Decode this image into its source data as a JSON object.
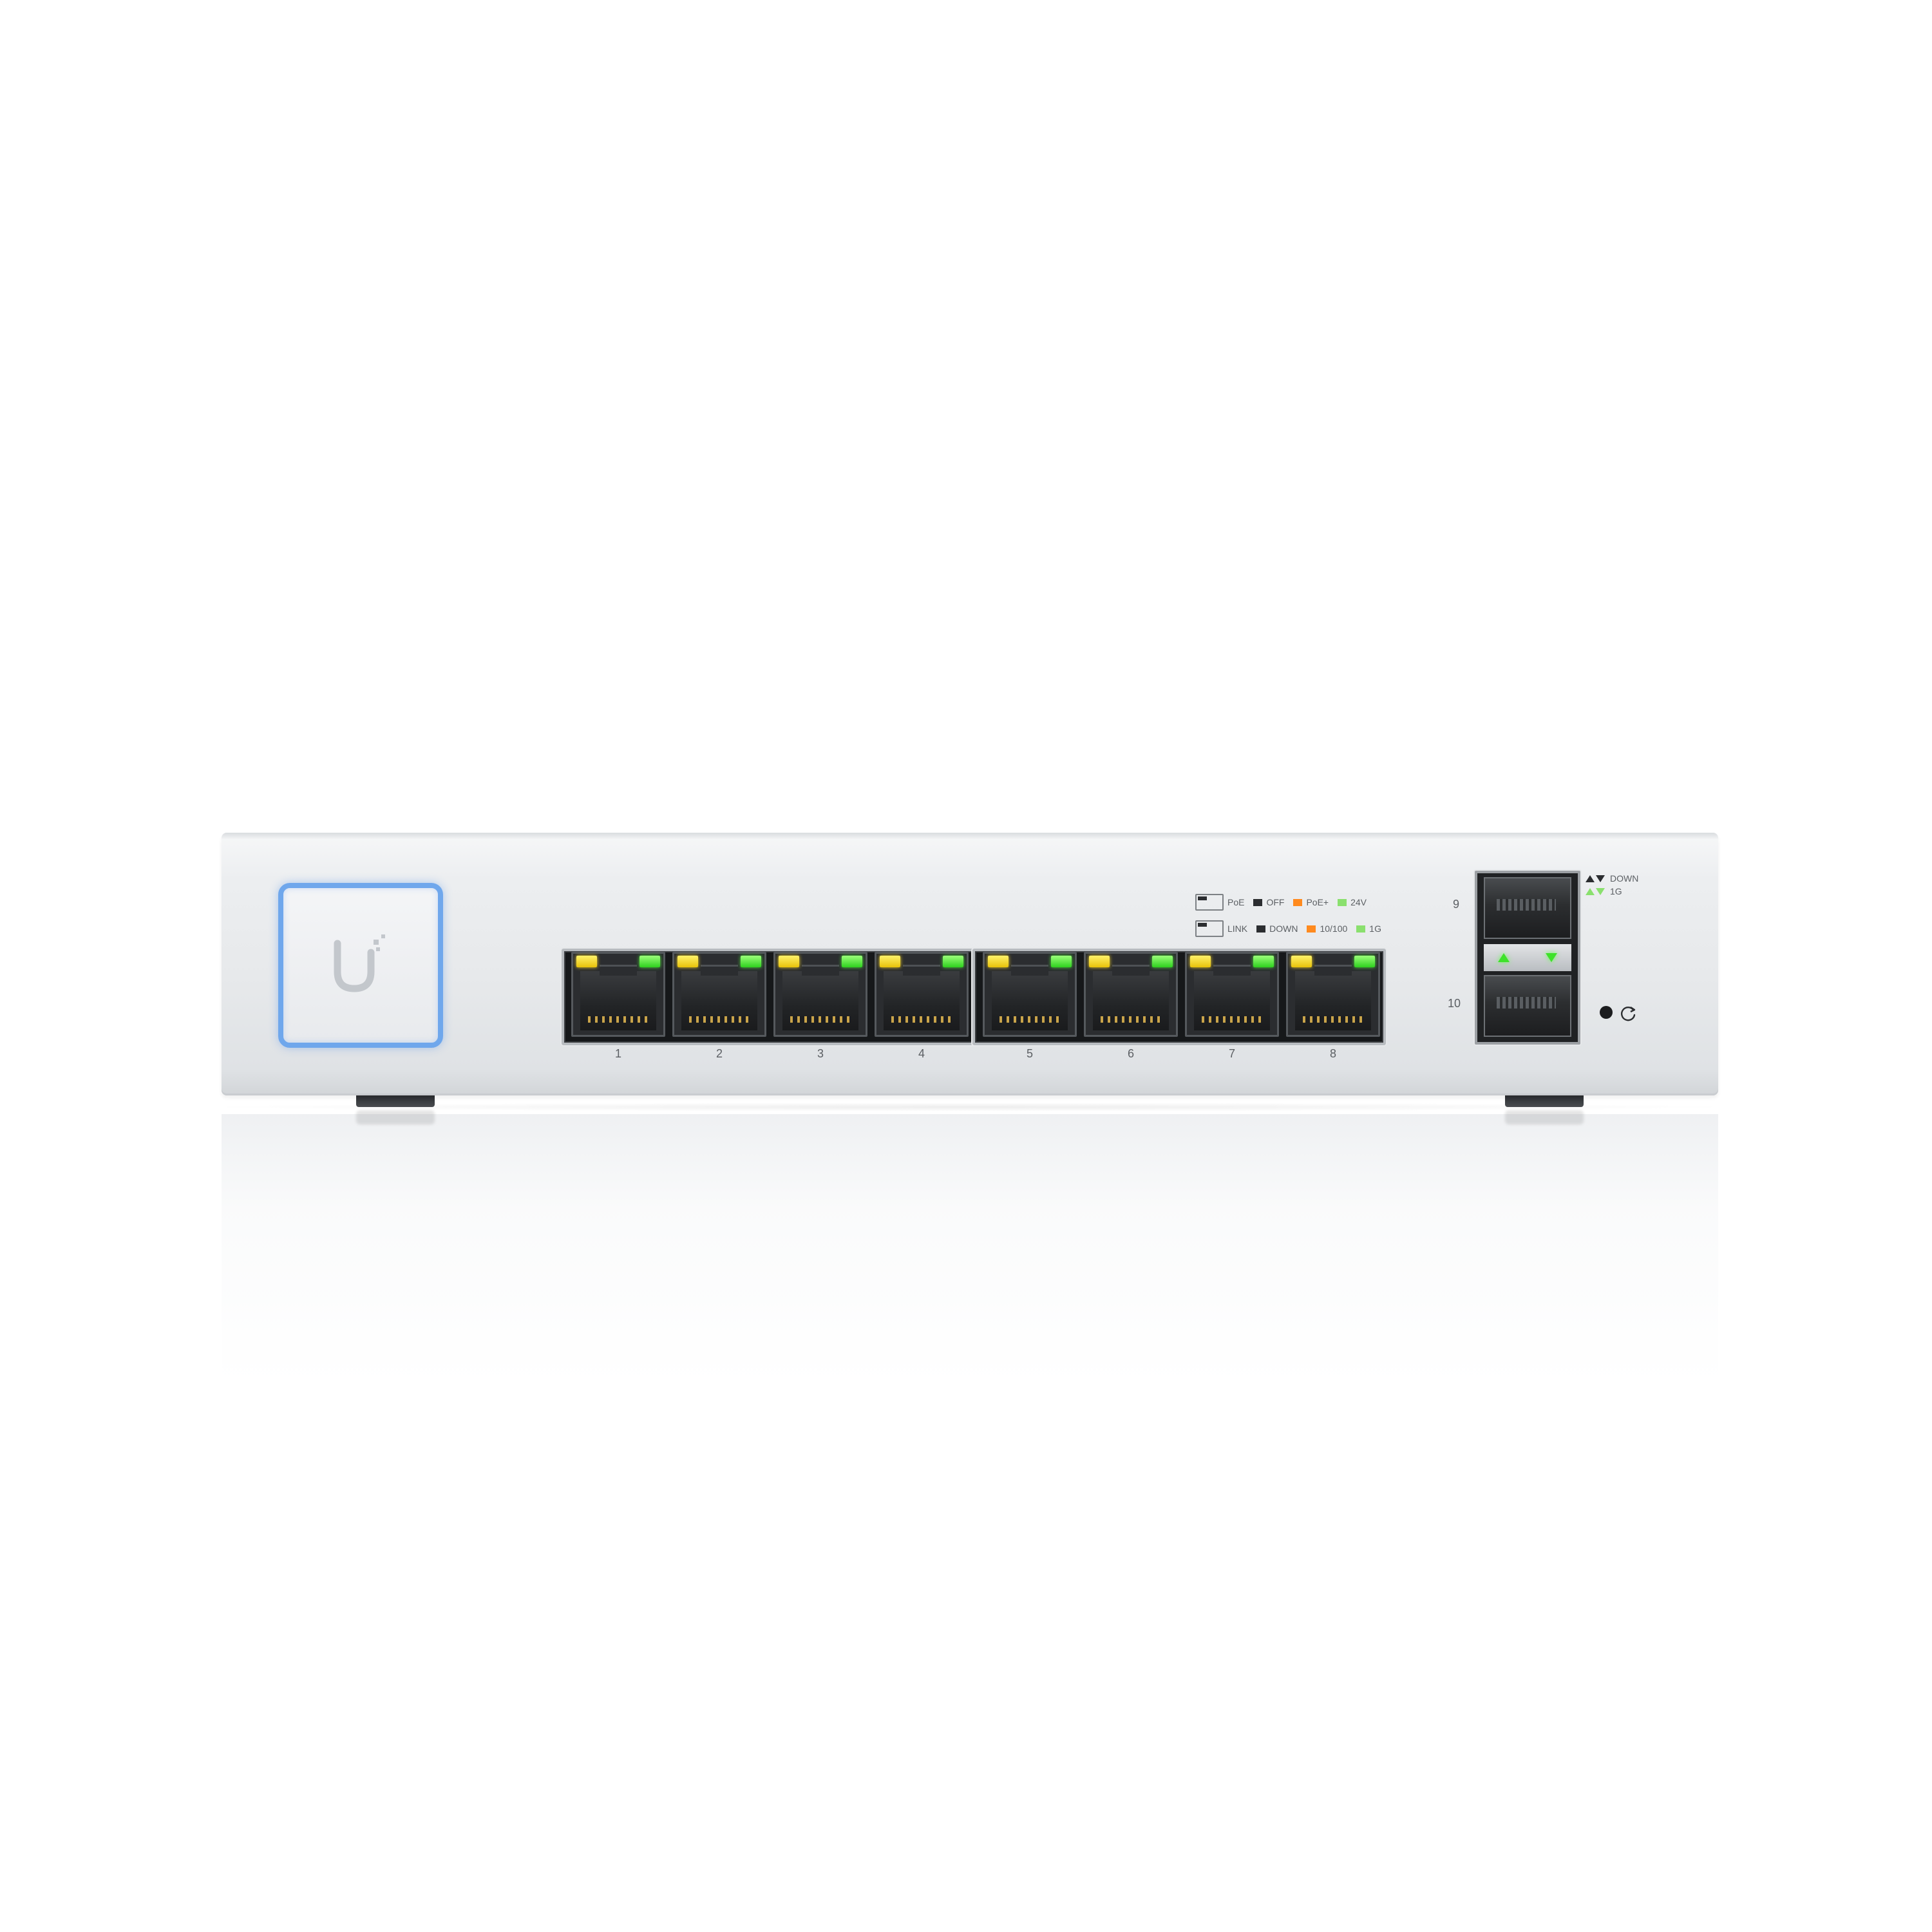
{
  "device": {
    "logo_glyph": "U",
    "accent_color": "#6fa7ec",
    "led_amber": "#f5d52a",
    "led_green": "#4ee23a"
  },
  "rj45_ports": [
    {
      "label": "1"
    },
    {
      "label": "2"
    },
    {
      "label": "3"
    },
    {
      "label": "4"
    },
    {
      "label": "5"
    },
    {
      "label": "6"
    },
    {
      "label": "7"
    },
    {
      "label": "8"
    }
  ],
  "legend": {
    "poe": {
      "name": "PoE",
      "items": [
        "OFF",
        "PoE+",
        "24V"
      ]
    },
    "link": {
      "name": "LINK",
      "items": [
        "DOWN",
        "10/100",
        "1G"
      ]
    }
  },
  "sfp": {
    "port_top": "9",
    "port_bottom": "10",
    "legend_down": "DOWN",
    "legend_1g": "1G"
  },
  "icons": {
    "logo": "ubiquiti-logo-icon",
    "reset": "reset-icon"
  }
}
